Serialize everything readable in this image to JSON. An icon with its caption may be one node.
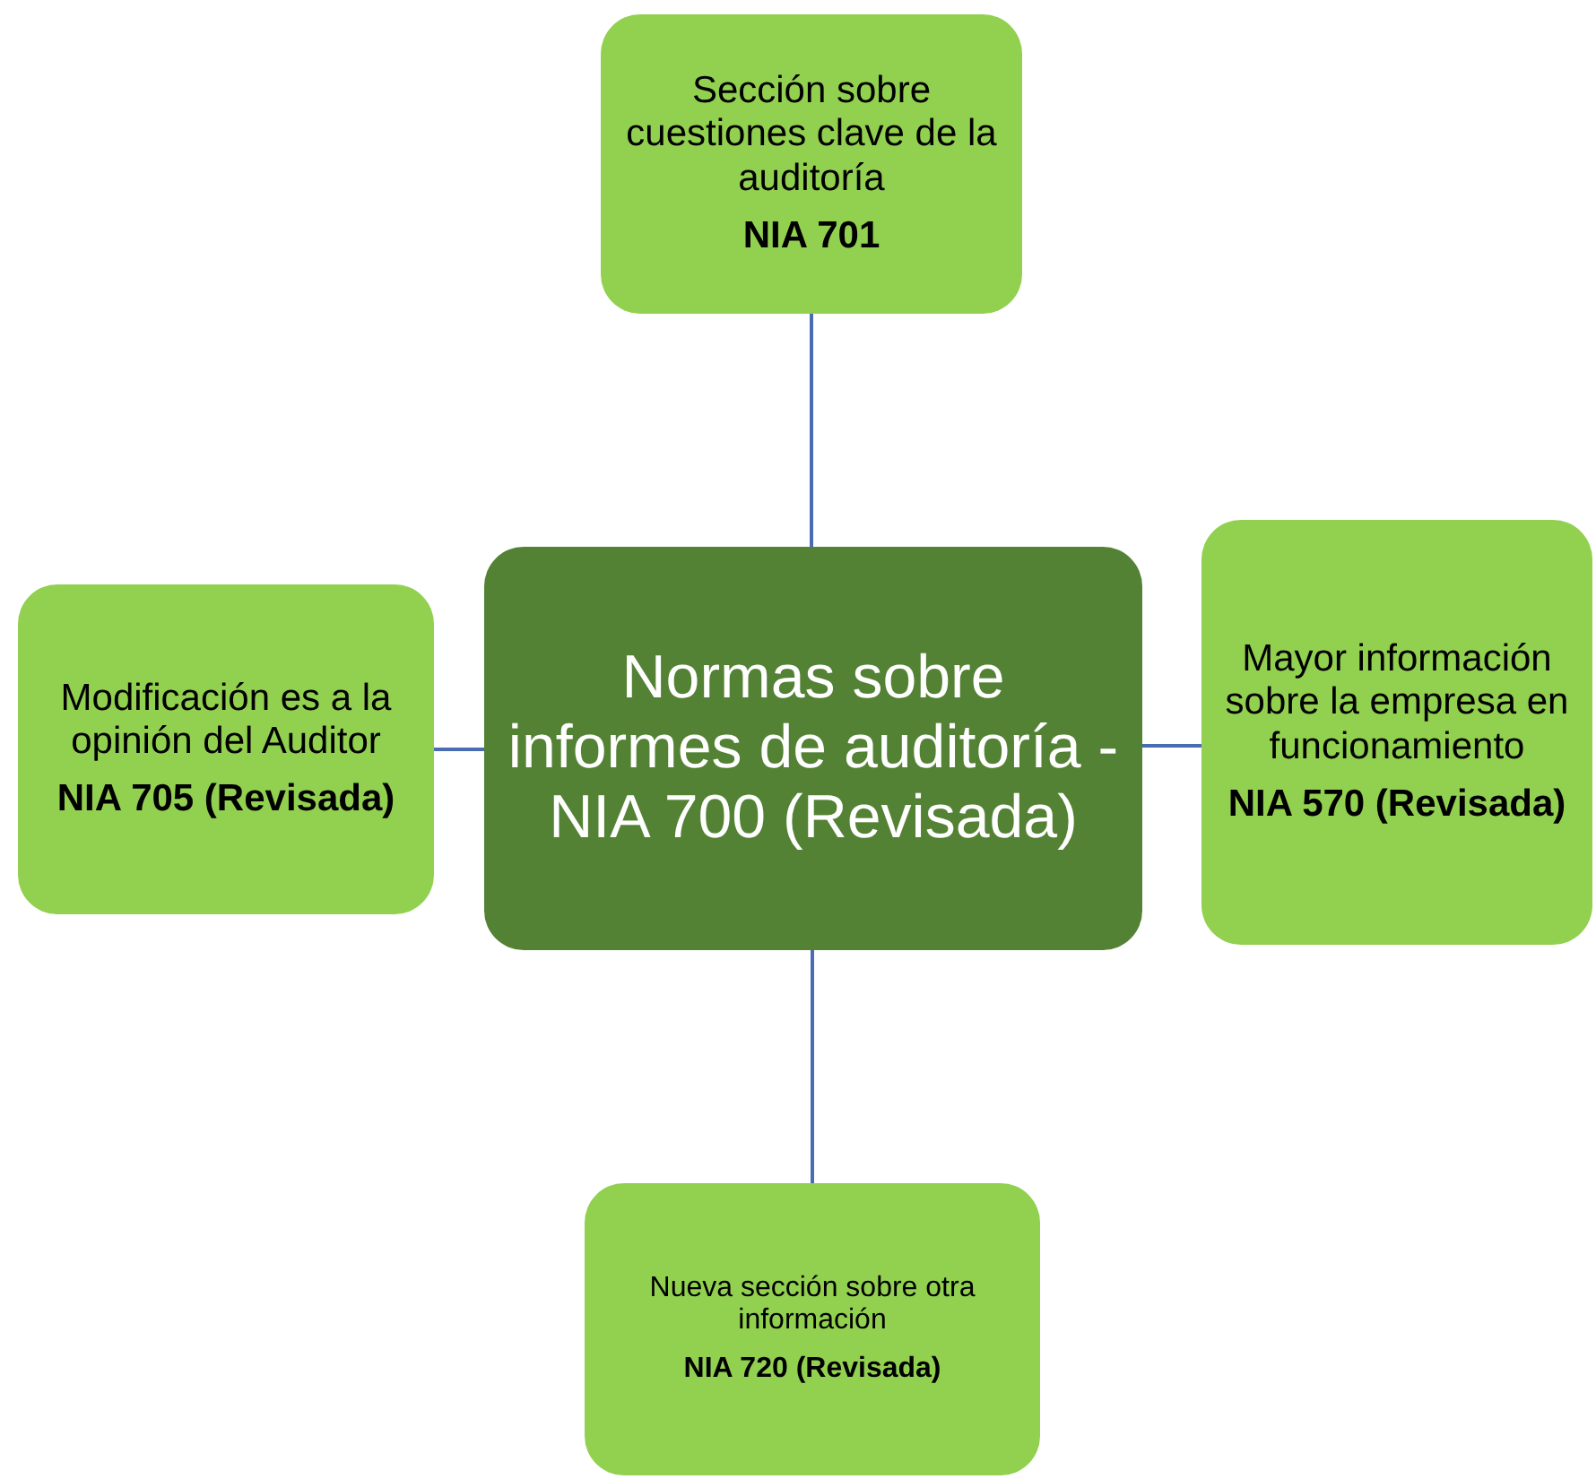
{
  "diagram": {
    "nodes": [
      {
        "text": [
          "Sección sobre cuestiones clave de la auditoría",
          "NIA 701"
        ]
      },
      {
        "text": [
          "Modificación es a la opinión del Auditor",
          "NIA 705 (Revisada)"
        ]
      },
      {
        "text": [
          "Normas sobre informes de auditoría - NIA 700 (Revisada)"
        ]
      },
      {
        "text": [
          "Mayor información sobre la empresa en funcionamiento",
          "NIA 570 (Revisada)"
        ]
      },
      {
        "text": [
          "Nueva sección sobre otra información",
          "NIA 720 (Revisada)"
        ]
      }
    ],
    "edges": [
      {
        "from": 2,
        "to": 0,
        "arrow": "none"
      },
      {
        "from": 2,
        "to": 1,
        "arrow": "none"
      },
      {
        "from": 2,
        "to": 3,
        "arrow": "none"
      },
      {
        "from": 2,
        "to": 4,
        "arrow": "none"
      }
    ]
  }
}
